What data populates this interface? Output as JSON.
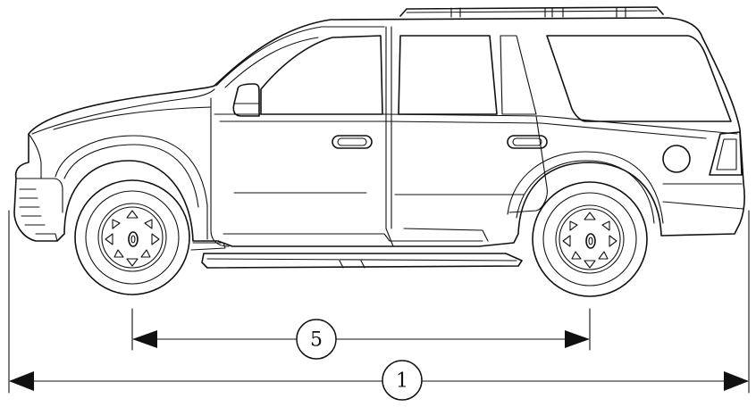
{
  "callouts": {
    "wheelbase": "5",
    "overall_length": "1"
  },
  "icons": [
    "suv-side-view-illustration",
    "wheelbase-dimension-arrow",
    "overall-length-dimension-arrow"
  ],
  "colors": {
    "line": "#111111",
    "background": "#ffffff"
  }
}
